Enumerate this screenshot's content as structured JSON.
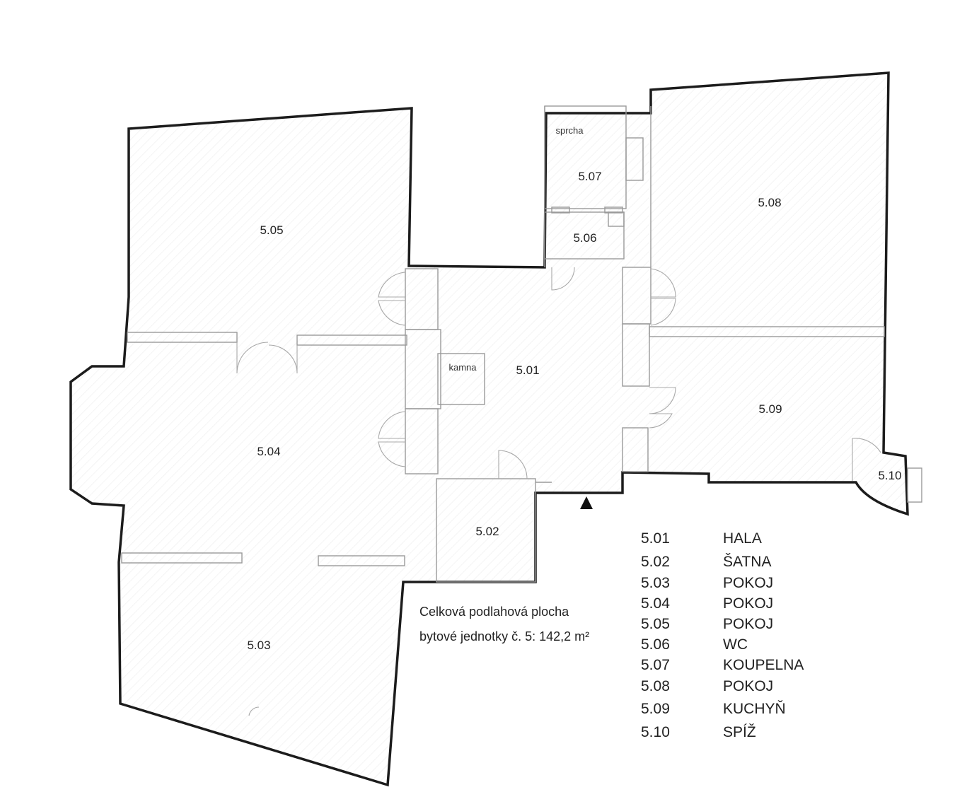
{
  "rooms": [
    {
      "id": "5.01"
    },
    {
      "id": "5.02"
    },
    {
      "id": "5.03"
    },
    {
      "id": "5.04"
    },
    {
      "id": "5.05"
    },
    {
      "id": "5.06"
    },
    {
      "id": "5.07"
    },
    {
      "id": "5.08"
    },
    {
      "id": "5.09"
    },
    {
      "id": "5.10"
    }
  ],
  "annotations": {
    "shower": "sprcha",
    "stove": "kamna"
  },
  "note": {
    "line1": "Celková podlahová plocha",
    "line2": "bytové jednotky č. 5: 142,2 m²"
  },
  "legend": [
    {
      "num": "5.01",
      "name": "HALA"
    },
    {
      "num": "5.02",
      "name": "ŠATNA"
    },
    {
      "num": "5.03",
      "name": "POKOJ"
    },
    {
      "num": "5.04",
      "name": "POKOJ"
    },
    {
      "num": "5.05",
      "name": "POKOJ"
    },
    {
      "num": "5.06",
      "name": "WC"
    },
    {
      "num": "5.07",
      "name": "KOUPELNA"
    },
    {
      "num": "5.08",
      "name": "POKOJ"
    },
    {
      "num": "5.09",
      "name": "KUCHYŇ"
    },
    {
      "num": "5.10",
      "name": "SPÍŽ"
    }
  ],
  "colors": {
    "wall": "#1c1c1c",
    "inner_wall": "#9a9a9a",
    "hatch": "#e6e6e6"
  }
}
